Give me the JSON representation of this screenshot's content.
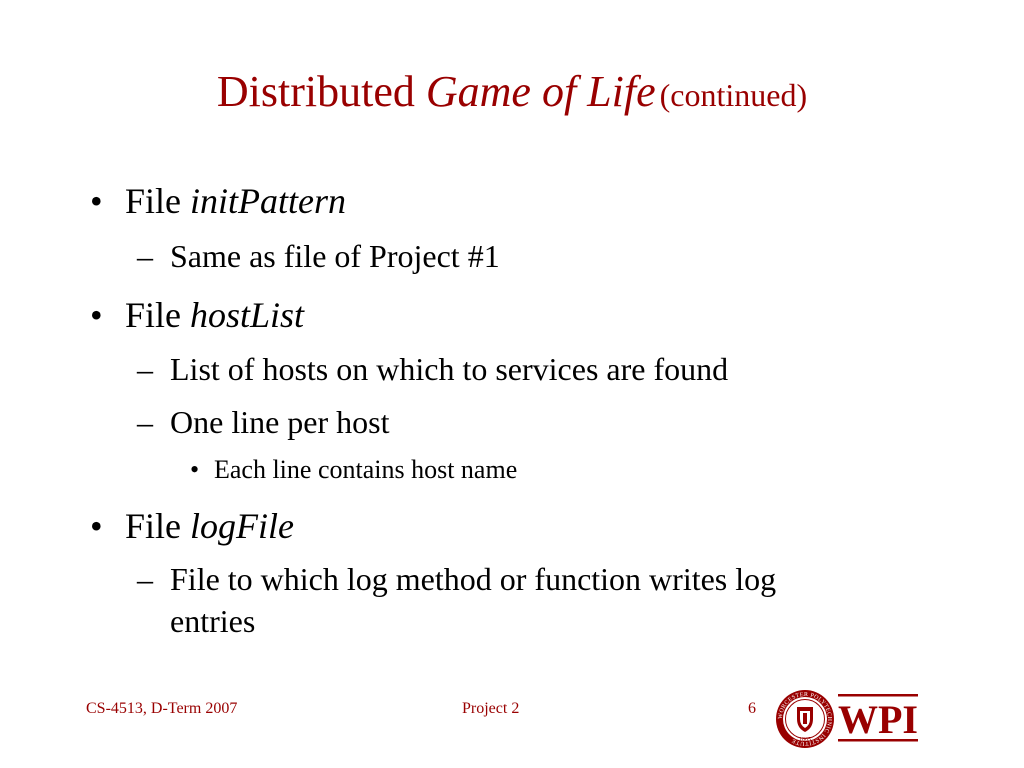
{
  "title": {
    "main": "Distributed ",
    "italic": "Game of Life",
    "suffix": "(continued)"
  },
  "bullets": [
    {
      "prefix": "File ",
      "italic": "initPattern"
    },
    {
      "text": "Same as file of Project #1"
    },
    {
      "prefix": "File ",
      "italic": "hostList"
    },
    {
      "text": "List of hosts on which to services are found"
    },
    {
      "text": "One line per host"
    },
    {
      "text": "Each line contains host name"
    },
    {
      "prefix": "File ",
      "italic": "logFile"
    },
    {
      "text": "File to which log method or function writes log"
    },
    {
      "text": "entries"
    }
  ],
  "markers": {
    "round": "•",
    "dash": "–"
  },
  "footer": {
    "course": "CS-4513, D-Term 2007",
    "project": "Project 2",
    "page": "6"
  },
  "logo": {
    "letters": "WPI",
    "seal_text": "WORCESTER POLYTECHNIC INSTITUTE",
    "seal_year": "1865"
  },
  "colors": {
    "title": "#990000",
    "footer": "#990000",
    "logo": "#990000"
  }
}
